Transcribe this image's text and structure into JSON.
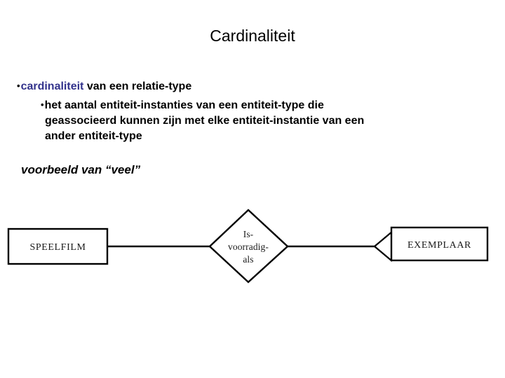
{
  "slide": {
    "title": "Cardinaliteit"
  },
  "body": {
    "bullet_glyph": "•",
    "level1": {
      "accent_term": "cardinaliteit",
      "rest": " van een relatie-type",
      "accent_color": "#33338c"
    },
    "level2": {
      "line1": "het aantal entiteit-instanties van een entiteit-type die",
      "line2": "geassocieerd kunnen zijn met elke entiteit-instantie van een",
      "line3": "ander entiteit-type"
    }
  },
  "example": {
    "caption": "voorbeeld van “veel”"
  },
  "diagram": {
    "type": "entity-relationship",
    "entity_left": {
      "label": "SPEELFILM",
      "shape": "rectangle"
    },
    "relationship": {
      "label_line1": "Is-",
      "label_line2": "voorradig-",
      "label_line3": "als",
      "shape": "diamond"
    },
    "entity_right": {
      "label": "EXEMPLAAR",
      "shape": "rectangle"
    },
    "connector_left": {
      "notation": "one",
      "from": "SPEELFILM",
      "to": "Is-voorradig-als"
    },
    "connector_right": {
      "notation": "crows-foot-many",
      "from": "Is-voorradig-als",
      "to": "EXEMPLAAR"
    }
  }
}
